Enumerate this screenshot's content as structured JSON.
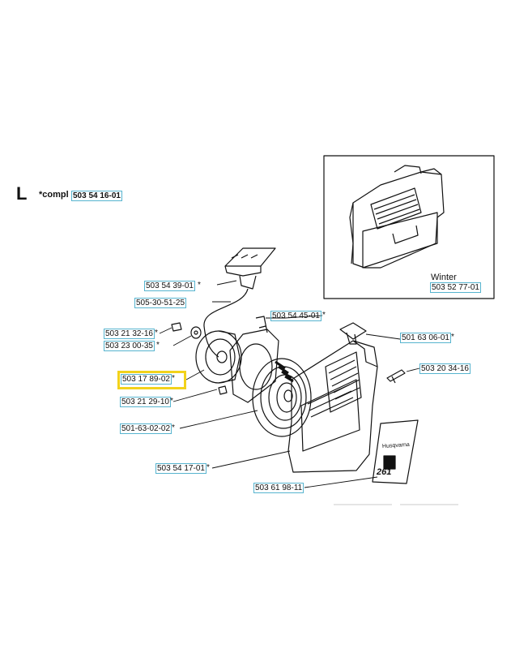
{
  "section": {
    "letter": "L",
    "compl_prefix": "*compl",
    "compl_part": "503 54 16-01"
  },
  "inset": {
    "label": "Winter",
    "part": "503 52 77-01"
  },
  "parts": [
    {
      "number": "503 54 39-01",
      "suffix": "*"
    },
    {
      "number": "505-30-51-25",
      "suffix": ""
    },
    {
      "number": "503 54 45-01",
      "suffix": "*"
    },
    {
      "number": "503 21 32-16",
      "suffix": "*"
    },
    {
      "number": "503 23 00-35",
      "suffix": "*"
    },
    {
      "number": "501 63 06-01",
      "suffix": "*"
    },
    {
      "number": "503 20 34-16",
      "suffix": ""
    },
    {
      "number": "503 17 89-02",
      "suffix": "*"
    },
    {
      "number": "503 21 29-10",
      "suffix": "*"
    },
    {
      "number": "501-63-02-02",
      "suffix": "*"
    },
    {
      "number": "503 54 17-01",
      "suffix": "*"
    },
    {
      "number": "503 61 98-11",
      "suffix": ""
    }
  ],
  "decal": {
    "brand": "Husqvarna",
    "model": "261"
  },
  "colors": {
    "link_border": "#57b4cf",
    "highlight": "#f2d21b"
  }
}
